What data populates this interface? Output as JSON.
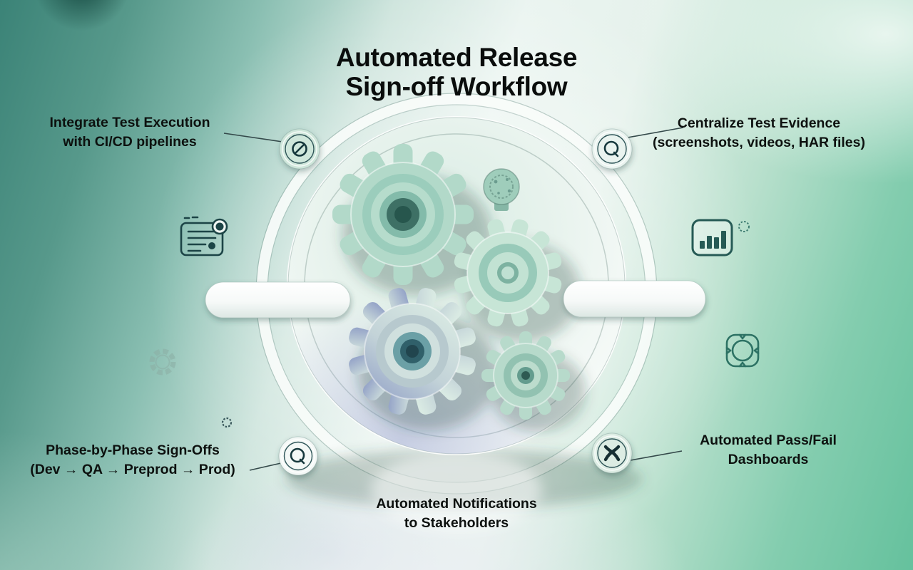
{
  "title": {
    "line1": "Automated Release",
    "line2": "Sign-off Workflow"
  },
  "labels": {
    "top_left": {
      "line1": "Integrate Test Execution",
      "line2": "with CI/CD pipelines"
    },
    "top_right": {
      "line1": "Centralize Test Evidence",
      "line2": "(screenshots, videos, HAR files)"
    },
    "bottom_left": {
      "line1": "Phase-by-Phase Sign-Offs",
      "line2": "(Dev → QA → Preprod → Prod)"
    },
    "bottom_right": {
      "line1": "Automated Pass/Fail",
      "line2": "Dashboards"
    },
    "bottom_center": {
      "line1": "Automated Notifications",
      "line2": "to Stakeholders"
    }
  },
  "badges": {
    "top_left_glyph": "slashed-circle",
    "top_right_glyph": "magnifier-q",
    "bottom_left_glyph": "magnifier-q",
    "bottom_right_glyph": "crossed-arrows"
  },
  "icons": [
    "report-document-icon",
    "bar-chart-icon",
    "gear-outline-icon",
    "faint-gear-icon",
    "mini-gear-icon"
  ],
  "colors": {
    "teal_dark": "#1c4446",
    "teal": "#3a8276",
    "mint": "#67c29e",
    "text": "#0d110f",
    "icon_stroke": "#265a55"
  }
}
